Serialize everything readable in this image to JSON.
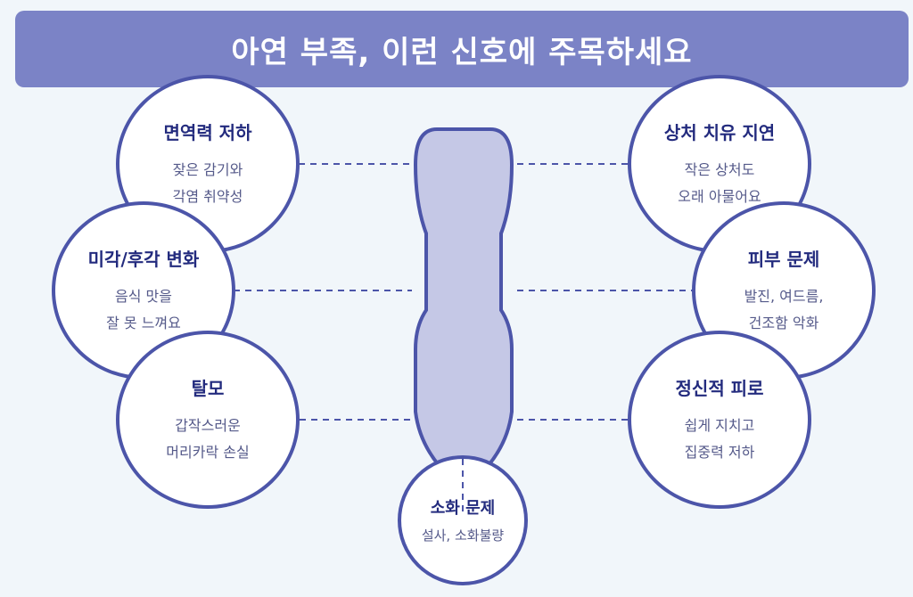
{
  "banner": {
    "title": "아연 부족, 이런 신호에 주목하세요"
  },
  "left": [
    {
      "title": "면역력 저하",
      "line1": "잦은 감기와",
      "line2": "각염 취약성"
    },
    {
      "title": "미각/후각 변화",
      "line1": "음식 맛을",
      "line2": "잘 못 느껴요"
    },
    {
      "title": "탈모",
      "line1": "갑작스러운",
      "line2": "머리카락 손실"
    }
  ],
  "right": [
    {
      "title": "상처 치유 지연",
      "line1": "작은 상처도",
      "line2": "오래 아물어요"
    },
    {
      "title": "피부 문제",
      "line1": "발진, 여드름,",
      "line2": "건조함 악화"
    },
    {
      "title": "정신적 피로",
      "line1": "쉽게 지치고",
      "line2": "집중력 저하"
    }
  ],
  "bottom": {
    "title": "소화 문제",
    "line1": "설사, 소화불량"
  },
  "colors": {
    "banner": "#7b83c6",
    "border": "#4c55a9",
    "body_fill": "#c5c8e6",
    "background": "#f1f6fa"
  }
}
